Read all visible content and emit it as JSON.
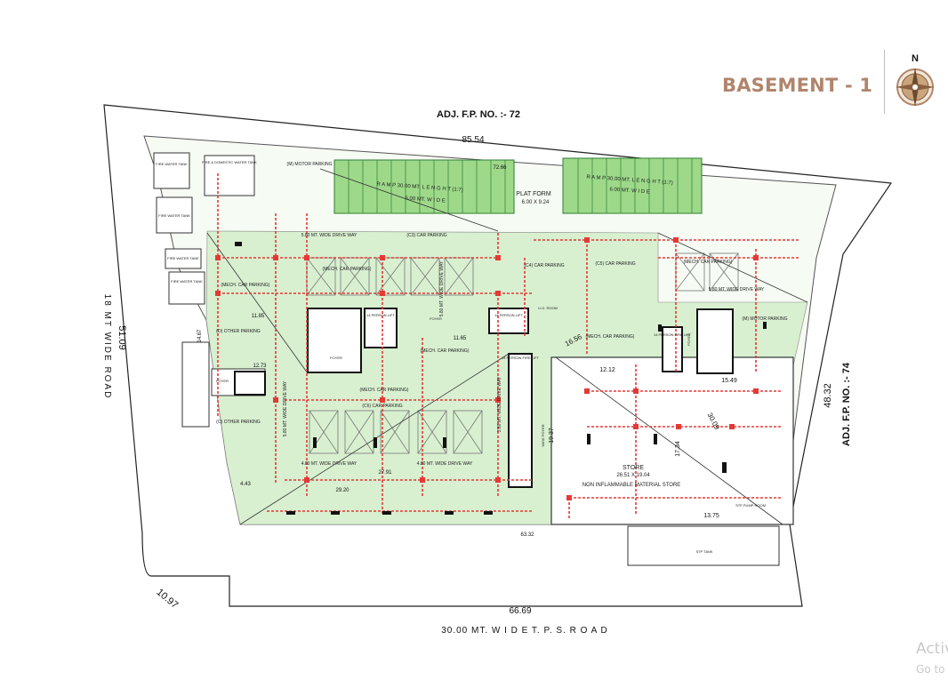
{
  "header": {
    "title": "BASEMENT - 1",
    "north_label": "N"
  },
  "boundary": {
    "top_neighbor": "ADJ. F.P. NO. :- 72",
    "right_neighbor": "ADJ. F.P. NO. :- 74",
    "left_road": "18 MT WIDE ROAD",
    "bottom_road": "30.00 MT.  W I D E  T. P. S.  R O A D",
    "dim_top": "85.54",
    "dim_left": "51.09",
    "dim_right": "48.32",
    "dim_bottom": "66.69",
    "dim_corner": "10.97",
    "dim_inner_bottom": "63.32",
    "dim_inner_top": "72.66",
    "dim_store_top": "12.12",
    "dim_store_right": "15.49",
    "dim_store_diag": "30.09",
    "dim_store_left": "19.37",
    "dim_store_mid": "17.34",
    "dim_store_bottom": "13.75",
    "dim_mid_left": "11.85",
    "dim_mid_left2": "12.73",
    "dim_bottom_left": "27.91",
    "dim_bottom_left2": "29.20",
    "dim_ramp_right": "16.56",
    "dim_left_side": "14.67",
    "dim_small_1": "11.65",
    "dim_small_2": "4.43"
  },
  "labels": {
    "ramp1": "R A M P  30.00 MT. L E N G H T (1:7)",
    "ramp1_width": "6.00 MT. W I D E",
    "ramp2": "R A M P  30.00 MT.  L E N G H T (1:7)",
    "ramp2_width": "6.00 MT. W I D E",
    "platform": "PLAT FORM",
    "platform_size": "6.00 X 9.24",
    "store": "STORE",
    "store_size": "26.51 X 19.04",
    "store_desc": "NON INFLAMMABLE MATERIAL STORE",
    "fire_tank": "FIRE & DOMESTIC WATER TANK",
    "fire_water_tank": "FIRE WATER TANK",
    "fire_water_tank_2": "FIRE WATER TANK",
    "fire_water_tank_3": "FIRE WATER TANK",
    "fire_water_tank_4": "FIRE WATER TANK",
    "drive_1": "5.80 MT. WIDE DRIVE WAY",
    "drive_2": "5.80 MT. WIDE DRIVE WAY",
    "drive_3": "4.80 MT. WIDE DRIVE WAY",
    "drive_4": "4.80 MT. WIDE DRIVE WAY",
    "drive_v1": "5.80 MT. WIDE DRIVE WAY",
    "drive_v2": "5.80 MT. WIDE DRIVE WAY",
    "drive_v3": "3.80 MT. WIDE DRIVE WAY",
    "car_parking_1": "(C3) CAR PARKING",
    "car_parking_2": "(C4) CAR PARKING",
    "car_parking_3": "(C5) CAR PARKING",
    "car_parking_4": "(C6) CAR PARKING",
    "mech_car_1": "(MECH. CAR PARKING)",
    "mech_car_2": "(MECH. CAR PARKING)",
    "mech_car_3": "(MECH. CAR PARKING)",
    "mech_car_4": "(MECH. CAR PARKING)",
    "mech_car_5": "(MECH. CAR PARKING)",
    "mech_car_6": "(MECH. CAR PARKING)",
    "motor_parking_1": "(M) MOTOR PARKING",
    "motor_parking_2": "(M) MOTOR PARKING",
    "other_parking_1": "(O) OTHER PARKING",
    "other_parking_2": "(O) OTHER PARKING",
    "lift_1": "14 PERSON LIFT",
    "lift_2": "14 PERSON FIRE LIFT",
    "lift_3": "14 PERSON FIRE LIFT",
    "lift_4": "14 PERSON LIFT",
    "foyer_1": "FOYER",
    "foyer_2": "FOYER",
    "foyer_3": "FOYER",
    "foyer_4": "FOYER",
    "ug_room": "U.G. ROOM",
    "stp_tank": "STP TANK",
    "stp_pump": "STP PUMP ROOM",
    "wide_foyer": "WIDE FOYER"
  }
}
